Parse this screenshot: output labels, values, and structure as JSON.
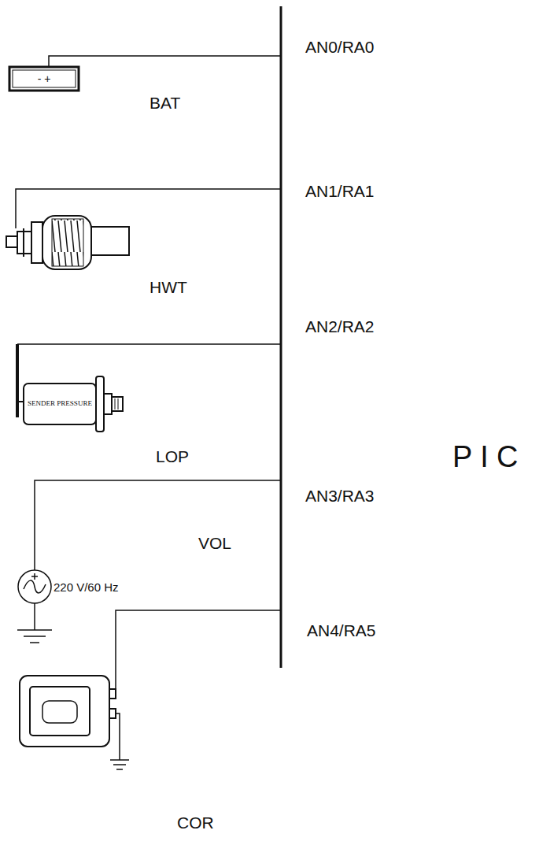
{
  "diagram": {
    "nodes": [
      {
        "text": [
          "- +"
        ]
      },
      {
        "text": [
          "SENDER PRESSURE"
        ]
      }
    ],
    "labels": [
      "AN0/RA0",
      "BAT",
      "AN1/RA1",
      "HWT",
      "AN2/RA2",
      "LOP",
      "PIC",
      "AN3/RA3",
      "VOL",
      "220 V/60 Hz",
      "AN4/RA5",
      "COR"
    ]
  }
}
